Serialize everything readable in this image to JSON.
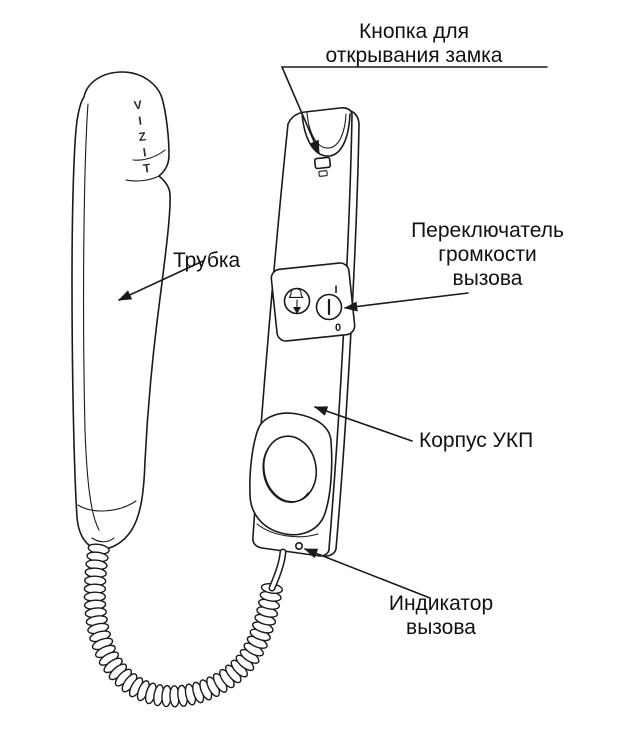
{
  "colors": {
    "background": "#ffffff",
    "line": "#1a1a1a",
    "text": "#111111"
  },
  "labels": {
    "lock_button": {
      "lines": [
        "Кнопка для",
        "открывания замка"
      ]
    },
    "handset": {
      "text": "Трубка"
    },
    "volume_switch": {
      "lines": [
        "Переключатель",
        "громкости",
        "вызова"
      ]
    },
    "body": {
      "text": "Корпус УКП"
    },
    "indicator": {
      "lines": [
        "Индикатор",
        "вызова"
      ]
    }
  },
  "device": {
    "brand": "VIZIT",
    "switch_marks": {
      "on": "I",
      "off": "0"
    }
  }
}
